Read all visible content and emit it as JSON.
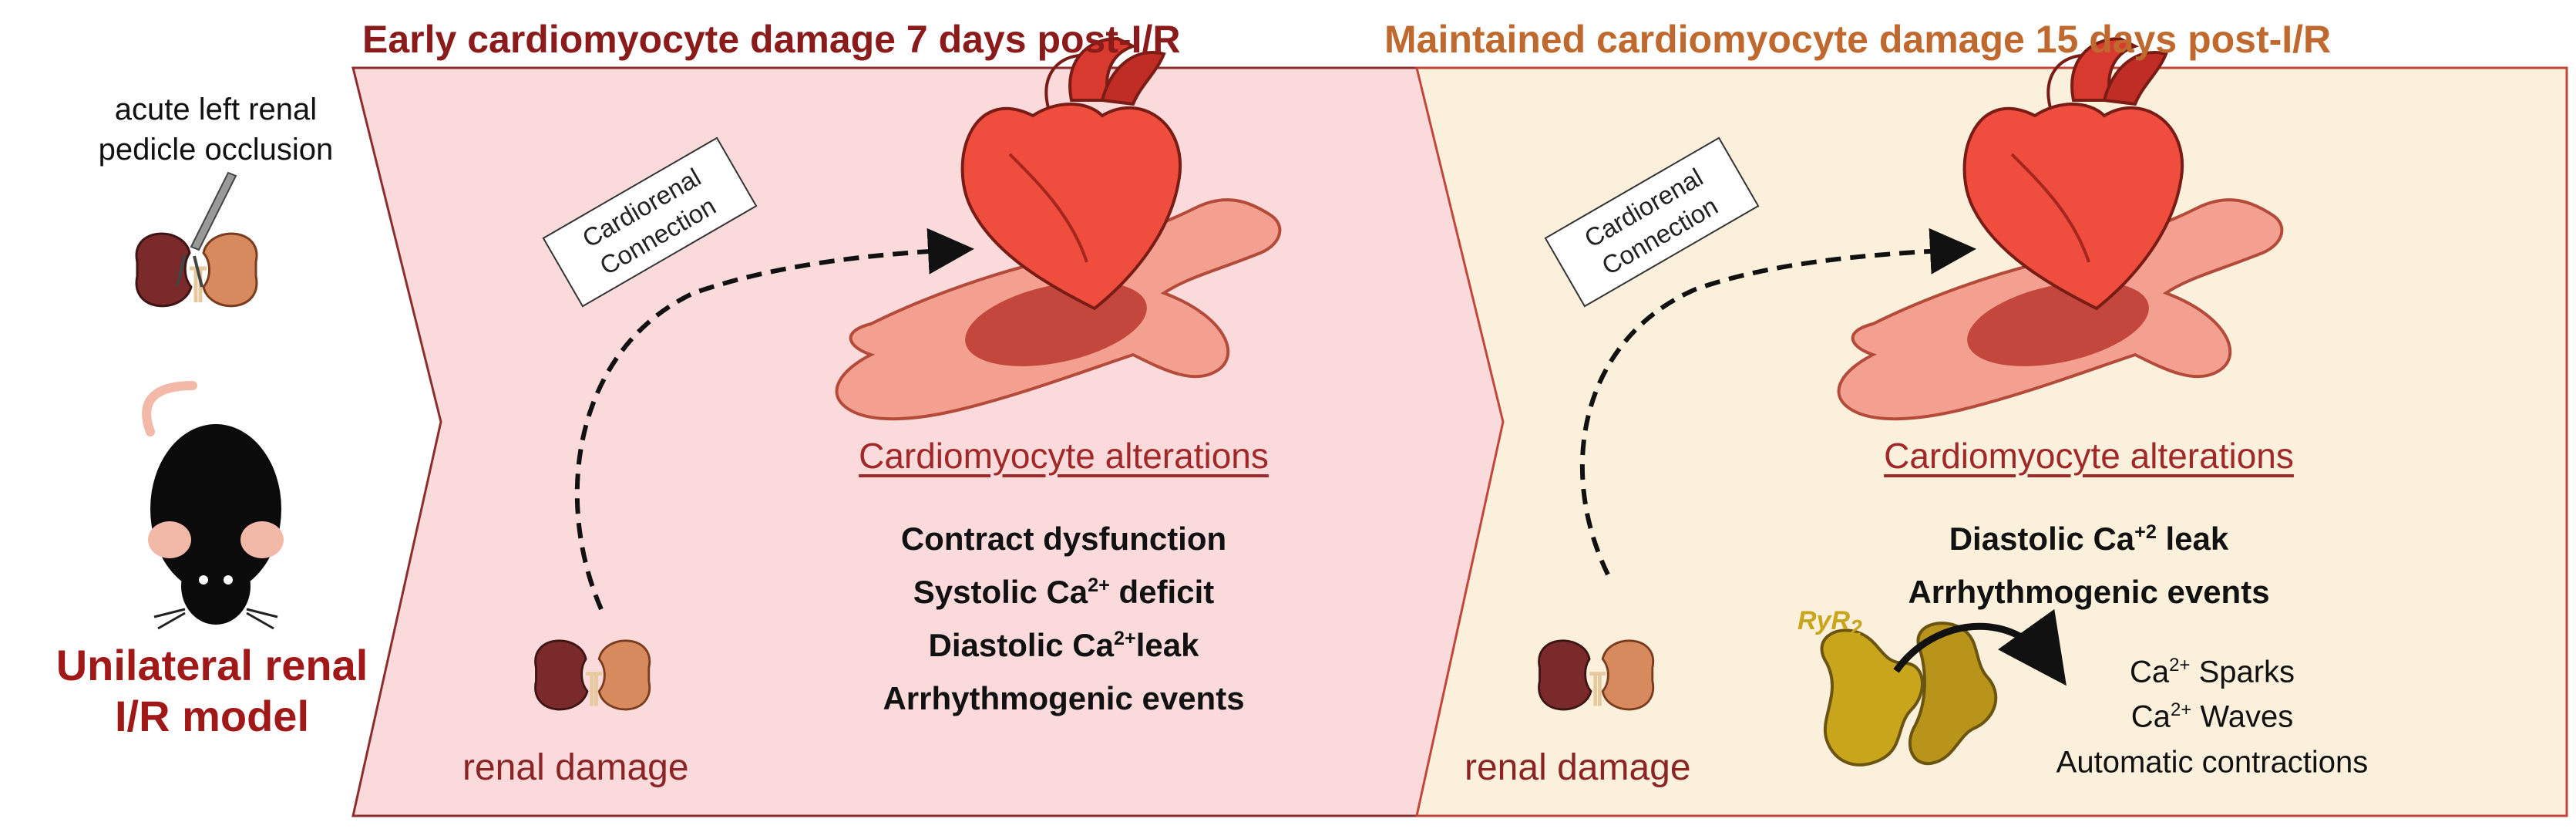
{
  "header_left": "Early cardiomyocyte damage 7 days post-I/R",
  "header_right": "Maintained cardiomyocyte damage 15 days post-I/R",
  "left": {
    "occlusion_line1": "acute left renal",
    "occlusion_line2": "pedicle occlusion",
    "model_line1": "Unilateral renal",
    "model_line2": "I/R model"
  },
  "panel1": {
    "connection_line1": "Cardiorenal",
    "connection_line2": "Connection",
    "renal_label": "renal damage",
    "alterations_title": "Cardiomyocyte alterations",
    "items": [
      {
        "pre": "Contract dysfunction",
        "sup": "",
        "post": ""
      },
      {
        "pre": "Systolic Ca",
        "sup": "2+",
        "post": " deficit"
      },
      {
        "pre": "Diastolic Ca",
        "sup": "2+",
        "post": "leak"
      },
      {
        "pre": "Arrhythmogenic events",
        "sup": "",
        "post": ""
      }
    ]
  },
  "panel2": {
    "connection_line1": "Cardiorenal",
    "connection_line2": "Connection",
    "renal_label": "renal damage",
    "alterations_title": "Cardiomyocyte alterations",
    "items": [
      {
        "pre": "Diastolic Ca",
        "sup": "+2",
        "post": " leak"
      },
      {
        "pre": "Arrhythmogenic events",
        "sup": "",
        "post": ""
      }
    ],
    "ryr_label": "RyR",
    "ryr_sub": "2",
    "events": [
      {
        "pre": "Ca",
        "sup": "2+",
        "post": " Sparks"
      },
      {
        "pre": "Ca",
        "sup": "2+",
        "post": " Waves"
      },
      {
        "pre": "Automatic contractions",
        "sup": "",
        "post": ""
      }
    ]
  },
  "colors": {
    "panel1_fill": "#fadada",
    "panel1_border": "#8b2e2e",
    "panel2_fill": "#fbf0dc",
    "panel2_border": "#c2463a",
    "header1": "#8b1a1a",
    "header2": "#c0692f",
    "ryr_gold": "#c9a51c"
  }
}
